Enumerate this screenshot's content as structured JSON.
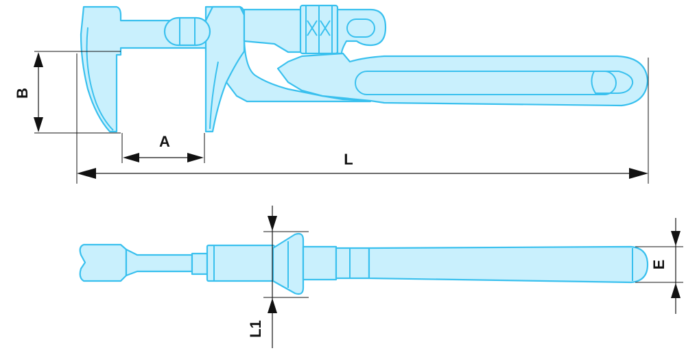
{
  "figure": {
    "colors": {
      "fill": "#c9f0fd",
      "outline": "#39c0ee",
      "dimension": "#111111"
    },
    "labels": {
      "jaw_opening": "A",
      "jaw_depth": "B",
      "length": "L",
      "thickness": "E",
      "jaw_width": "L1"
    }
  }
}
